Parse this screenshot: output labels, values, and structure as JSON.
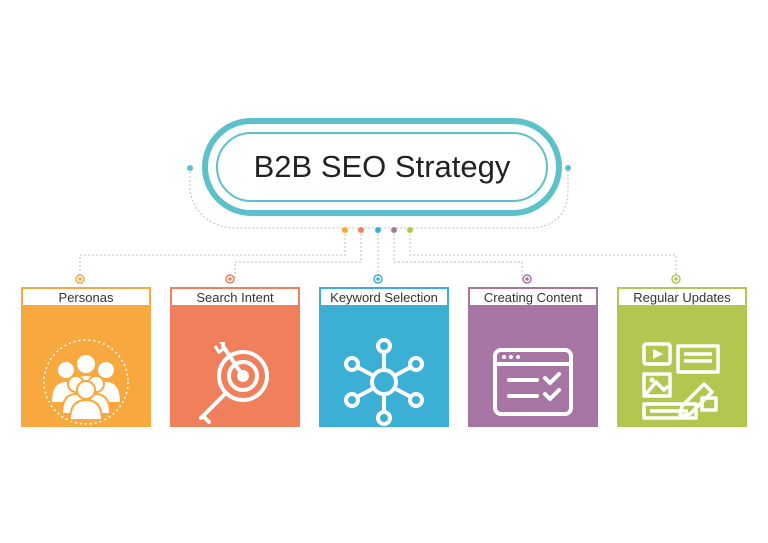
{
  "title": "B2B SEO Strategy",
  "colors": {
    "accent": "#5cc1c9",
    "personas": "#f7a83e",
    "search_intent": "#f07f5c",
    "keyword_selection": "#3cb0d4",
    "creating_content": "#a775a4",
    "regular_updates": "#b3c64f"
  },
  "cards": [
    {
      "label": "Personas",
      "color": "#f7a83e",
      "icon": "people-group-icon"
    },
    {
      "label": "Search Intent",
      "color": "#f07f5c",
      "icon": "magnifier-target-icon"
    },
    {
      "label": "Keyword Selection",
      "color": "#3cb0d4",
      "icon": "network-hub-icon"
    },
    {
      "label": "Creating Content",
      "color": "#a775a4",
      "icon": "checklist-window-icon"
    },
    {
      "label": "Regular Updates",
      "color": "#b3c64f",
      "icon": "media-edit-icon"
    }
  ]
}
